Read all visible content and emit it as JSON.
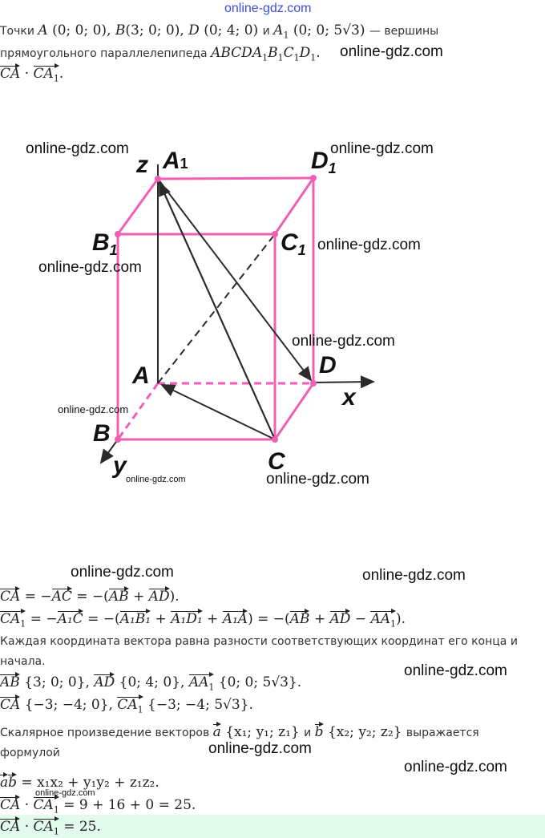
{
  "problem": {
    "lines": [
      [
        {
          "t": "Точки "
        },
        {
          "m": "A"
        },
        {
          "n": " (0;  0;  0), "
        },
        {
          "m": "B"
        },
        {
          "n": "(3;  0;  0), "
        },
        {
          "m": "D"
        },
        {
          "n": " (0;  4;  0) "
        },
        {
          "t": "и "
        },
        {
          "m": "A",
          "s": "1"
        },
        {
          "n": " (0;  0;  5√3) "
        },
        {
          "t": "— вершины"
        }
      ],
      [
        {
          "t": "прямоугольного параллелепипеда "
        },
        {
          "m": "ABCDA",
          "s": "1"
        },
        {
          "m": "B",
          "s": "1"
        },
        {
          "m": "C",
          "s": "1"
        },
        {
          "m": "D",
          "s": "1"
        },
        {
          "n": "."
        }
      ],
      [
        {
          "v": "CA"
        },
        {
          "n": " · "
        },
        {
          "v": "CA",
          "s": "1"
        },
        {
          "n": "."
        }
      ]
    ]
  },
  "diagram": {
    "labels": {
      "A": "A",
      "B": "B",
      "C": "C",
      "D": "D",
      "A1": "A",
      "B1": "B",
      "C1": "C",
      "D1": "D",
      "sub": "1",
      "x": "x",
      "y": "y",
      "z": "z"
    },
    "colors": {
      "edge": "#f05fb4",
      "line": "#2b2b2b"
    }
  },
  "solution": {
    "lines": [
      [
        {
          "v": "CA"
        },
        {
          "n": " = −"
        },
        {
          "v": "AC"
        },
        {
          "n": " = −("
        },
        {
          "v": "AB"
        },
        {
          "n": " + "
        },
        {
          "v": "AD"
        },
        {
          "n": ")."
        }
      ],
      [
        {
          "v": "CA",
          "s": "1"
        },
        {
          "n": " = −"
        },
        {
          "v": "A₁C"
        },
        {
          "n": " = −("
        },
        {
          "v": "A₁B₁"
        },
        {
          "n": " + "
        },
        {
          "v": "A₁D₁"
        },
        {
          "n": " + "
        },
        {
          "v": "A₁A"
        },
        {
          "n": ") = −("
        },
        {
          "v": "AB"
        },
        {
          "n": " + "
        },
        {
          "v": "AD"
        },
        {
          "n": " − "
        },
        {
          "v": "AA",
          "s": "1"
        },
        {
          "n": ")."
        }
      ],
      [
        {
          "t": "Каждая координата вектора равна разности соответствующих координат его конца и"
        }
      ],
      [
        {
          "t": "начала."
        }
      ],
      [
        {
          "v": "AB"
        },
        {
          "n": " {3;  0;  0}, "
        },
        {
          "v": "AD"
        },
        {
          "n": " {0;  4;  0}, "
        },
        {
          "v": "AA",
          "s": "1"
        },
        {
          "n": " {0;  0;  5√3}."
        }
      ],
      [
        {
          "v": "CA"
        },
        {
          "n": " {−3;  −4;  0}, "
        },
        {
          "v": "CA",
          "s": "1"
        },
        {
          "n": " {−3;  −4;  5√3}."
        }
      ],
      [
        {
          "t": "Скалярное произведение векторов "
        },
        {
          "v": "a"
        },
        {
          "n": " {x₁;  y₁;  z₁} "
        },
        {
          "t": "и "
        },
        {
          "v": "b"
        },
        {
          "n": " {x₂;  y₂;  z₂} "
        },
        {
          "t": "выражается"
        }
      ],
      [
        {
          "t": "формулой"
        }
      ],
      [
        {
          "v": "a"
        },
        {
          "v": "b"
        },
        {
          "n": " = x₁x₂ + y₁y₂ + z₁z₂."
        }
      ],
      [
        {
          "v": "CA"
        },
        {
          "n": " · "
        },
        {
          "v": "CA",
          "s": "1"
        },
        {
          "n": " = 9 + 16 + 0 = 25."
        }
      ],
      [
        {
          "v": "CA"
        },
        {
          "n": " · "
        },
        {
          "v": "CA",
          "s": "1"
        },
        {
          "n": " = 25."
        }
      ]
    ]
  },
  "watermarks": {
    "top": "online-gdz.com",
    "text": "online-gdz.com"
  },
  "colors": {
    "answer_bg": "#e3fbec",
    "edge": "#f05fb4"
  }
}
